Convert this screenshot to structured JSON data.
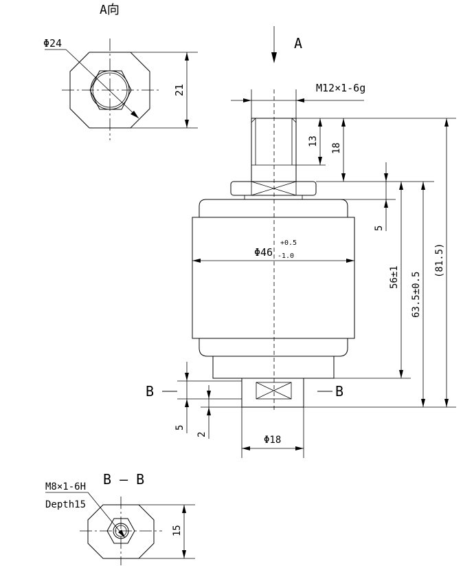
{
  "view_labels": {
    "view_a": "A向",
    "arrow_a": "A",
    "section_b_left": "B",
    "section_b_right": "B",
    "section_bb": "B — B"
  },
  "annotations": {
    "diameter_24": "Φ24",
    "across_flats_21": "21",
    "thread_top": "M12×1-6g",
    "dim_13": "13",
    "dim_18": "18",
    "dim_5_top": "5",
    "diameter_46": "Φ46",
    "tol_46_upper": "+0.5",
    "tol_46_lower": "-1.0",
    "dim_56": "56±1",
    "dim_63_5": "63.5±0.5",
    "dim_81_5": "(81.5)",
    "dim_5_bottom": "5",
    "dim_2": "2",
    "diameter_18": "Φ18",
    "thread_bottom": "M8×1-6H",
    "depth": "Depth15",
    "across_flats_15": "15"
  }
}
